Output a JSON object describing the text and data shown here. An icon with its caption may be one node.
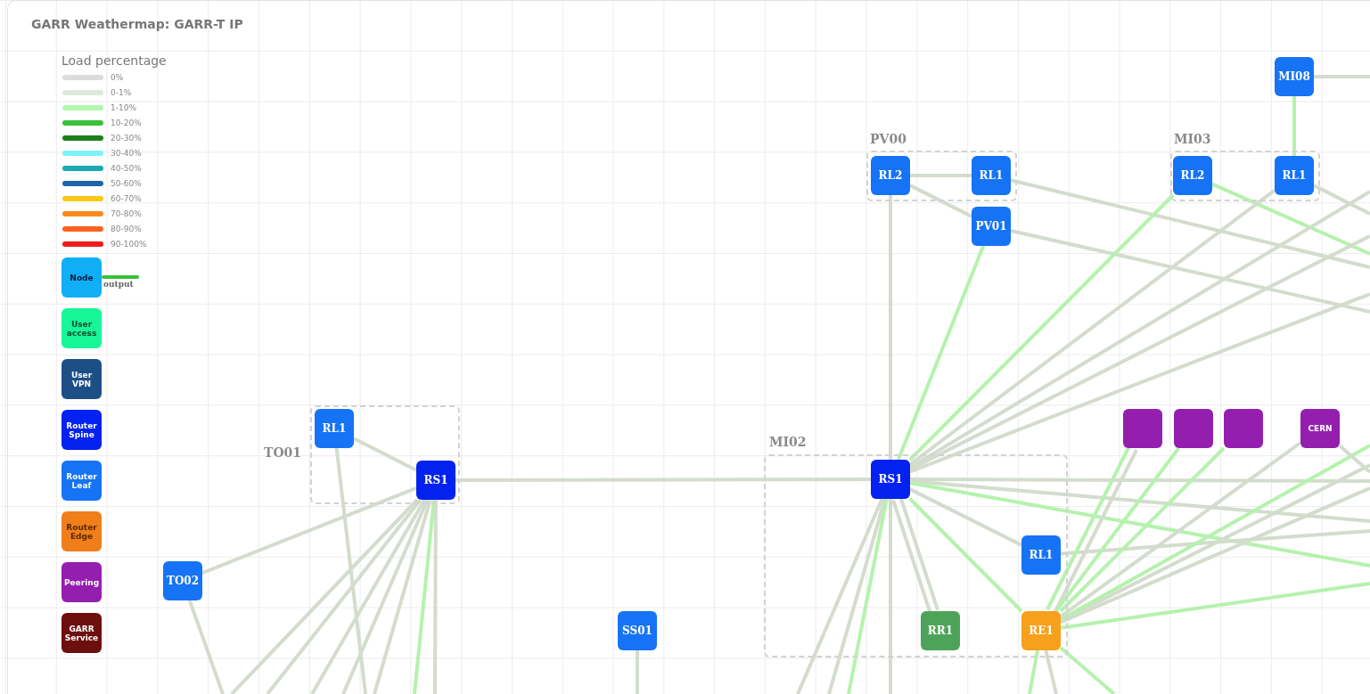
{
  "diagram": {
    "title": "GARR Weathermap: GARR-T IP",
    "nodes": [
      {
        "text": [
          "TO01"
        ]
      },
      {
        "text": [
          "RL1"
        ],
        "in": 0
      },
      {
        "text": [
          "RS1"
        ],
        "in": 0
      },
      {
        "text": [
          "TO02"
        ]
      },
      {
        "text": [
          "PV00"
        ]
      },
      {
        "text": [
          "RL2"
        ],
        "in": 4
      },
      {
        "text": [
          "RL1"
        ],
        "in": 4
      },
      {
        "text": [
          "PV01"
        ]
      },
      {
        "text": [
          "MI03"
        ]
      },
      {
        "text": [
          "RL2"
        ],
        "in": 8
      },
      {
        "text": [
          "RL1"
        ],
        "in": 8
      },
      {
        "text": [
          "MI08"
        ]
      },
      {
        "text": [
          "MI02"
        ]
      },
      {
        "text": [
          "RS1"
        ],
        "in": 12
      },
      {
        "text": [
          "RL1"
        ],
        "in": 12
      },
      {
        "text": [
          "RR1"
        ],
        "in": 12
      },
      {
        "text": [
          "RE1"
        ],
        "in": 12
      },
      {
        "text": [
          "SS01"
        ]
      },
      {
        "text": [],
        "shape": "box"
      },
      {
        "text": [],
        "shape": "box"
      },
      {
        "text": [],
        "shape": "box"
      },
      {
        "text": [
          "CERN"
        ]
      }
    ],
    "edges": [
      {
        "from": 1,
        "to": 2,
        "arrow": "none"
      },
      {
        "from": 1,
        "to": null,
        "arrow": "none"
      },
      {
        "from": 3,
        "to": 2,
        "arrow": "none"
      },
      {
        "from": 3,
        "to": null,
        "arrow": "none"
      },
      {
        "from": 2,
        "to": null,
        "arrow": "none"
      },
      {
        "from": 2,
        "to": null,
        "arrow": "none"
      },
      {
        "from": 2,
        "to": null,
        "arrow": "none"
      },
      {
        "from": 2,
        "to": null,
        "arrow": "none"
      },
      {
        "from": 2,
        "to": null,
        "arrow": "none"
      },
      {
        "from": 2,
        "to": null,
        "arrow": "none",
        "color": "#b5f2ad"
      },
      {
        "from": 2,
        "to": null,
        "arrow": "none"
      },
      {
        "from": 2,
        "to": 13,
        "arrow": "none"
      },
      {
        "from": 5,
        "to": 6,
        "arrow": "none"
      },
      {
        "from": 5,
        "to": 7,
        "arrow": "none"
      },
      {
        "from": 5,
        "to": 13,
        "arrow": "none"
      },
      {
        "from": 6,
        "to": null,
        "arrow": "none"
      },
      {
        "from": 7,
        "to": 13,
        "arrow": "none",
        "color": "#b5f2ad"
      },
      {
        "from": 7,
        "to": null,
        "arrow": "none"
      },
      {
        "from": 9,
        "to": 13,
        "arrow": "none",
        "color": "#b5f2ad"
      },
      {
        "from": 9,
        "to": null,
        "arrow": "none",
        "color": "#b5f2ad"
      },
      {
        "from": 10,
        "to": 13,
        "arrow": "none"
      },
      {
        "from": 10,
        "to": null,
        "arrow": "none"
      },
      {
        "from": 11,
        "to": 10,
        "arrow": "none",
        "color": "#b5f2ad"
      },
      {
        "from": 11,
        "to": null,
        "arrow": "none"
      },
      {
        "from": 13,
        "to": null,
        "arrow": "none"
      },
      {
        "from": 13,
        "to": null,
        "arrow": "none"
      },
      {
        "from": 13,
        "to": null,
        "arrow": "none"
      },
      {
        "from": 13,
        "to": null,
        "arrow": "none"
      },
      {
        "from": 13,
        "to": null,
        "arrow": "none"
      },
      {
        "from": 13,
        "to": null,
        "arrow": "none",
        "color": "#b5f2ad"
      },
      {
        "from": 13,
        "to": 14,
        "arrow": "none"
      },
      {
        "from": 13,
        "to": 15,
        "arrow": "none"
      },
      {
        "from": 13,
        "to": 15,
        "arrow": "none"
      },
      {
        "from": 13,
        "to": 16,
        "arrow": "none",
        "color": "#b5f2ad"
      },
      {
        "from": 13,
        "to": null,
        "arrow": "none"
      },
      {
        "from": 13,
        "to": null,
        "arrow": "none"
      },
      {
        "from": 13,
        "to": null,
        "arrow": "none",
        "color": "#b5f2ad"
      },
      {
        "from": 13,
        "to": null,
        "arrow": "none"
      },
      {
        "from": 14,
        "to": null,
        "arrow": "none"
      },
      {
        "from": 16,
        "to": 18,
        "arrow": "none",
        "color": "#b5f2ad"
      },
      {
        "from": 16,
        "to": 18,
        "arrow": "none"
      },
      {
        "from": 16,
        "to": 19,
        "arrow": "none",
        "color": "#b5f2ad"
      },
      {
        "from": 16,
        "to": 20,
        "arrow": "none",
        "color": "#b5f2ad"
      },
      {
        "from": 16,
        "to": 21,
        "arrow": "none"
      },
      {
        "from": 16,
        "to": null,
        "arrow": "none"
      },
      {
        "from": 16,
        "to": null,
        "arrow": "none",
        "color": "#b5f2ad"
      },
      {
        "from": 16,
        "to": null,
        "arrow": "none"
      },
      {
        "from": 16,
        "to": null,
        "arrow": "none",
        "color": "#b5f2ad"
      },
      {
        "from": 16,
        "to": null,
        "arrow": "none",
        "color": "#b5f2ad"
      },
      {
        "from": 16,
        "to": null,
        "arrow": "none"
      },
      {
        "from": 16,
        "to": null,
        "arrow": "none",
        "color": "#b5f2ad"
      },
      {
        "from": 21,
        "to": null,
        "arrow": "none"
      },
      {
        "from": 17,
        "to": null,
        "arrow": "none"
      }
    ],
    "labels": [
      "Load percentage"
    ],
    "legend": [
      {
        "text": "0%",
        "color": "#dcdcdc"
      },
      {
        "text": "0-1%",
        "color": "#dde9dc"
      },
      {
        "text": "1-10%",
        "color": "#b1f7ad"
      },
      {
        "text": "10-20%",
        "color": "#37c237"
      },
      {
        "text": "20-30%",
        "color": "#1e7e1e"
      },
      {
        "text": "30-40%",
        "color": "#7ef1fa"
      },
      {
        "text": "40-50%",
        "color": "#1aa9b5"
      },
      {
        "text": "50-60%",
        "color": "#1c64a8"
      },
      {
        "text": "60-70%",
        "color": "#fdc816"
      },
      {
        "text": "70-80%",
        "color": "#fb8a1e"
      },
      {
        "text": "80-90%",
        "color": "#fd6120"
      },
      {
        "text": "90-100%",
        "color": "#ee1c1c"
      },
      {
        "text": "Node",
        "color": "#10aef5"
      },
      {
        "text": "output"
      },
      {
        "text": "User access",
        "color": "#17f79a"
      },
      {
        "text": "User VPN",
        "color": "#1d4f87"
      },
      {
        "text": "Router Spine",
        "color": "#0322f0"
      },
      {
        "text": "Router Leaf",
        "color": "#1673f5"
      },
      {
        "text": "Router Edge",
        "color": "#f07e1b"
      },
      {
        "text": "Peering",
        "color": "#941fae"
      },
      {
        "text": "GARR Service",
        "color": "#6e0f0f"
      }
    ]
  }
}
